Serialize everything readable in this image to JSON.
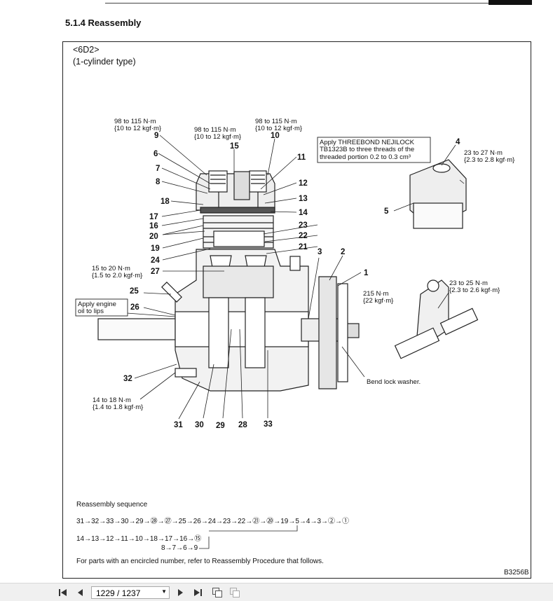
{
  "section_title": "5.1.4 Reassembly",
  "model": "<6D2>",
  "cylinder_type": "(1-cylinder type)",
  "torque": {
    "t9": [
      "98 to 115 N·m",
      "{10 to 12 kgf·m}"
    ],
    "t15": [
      "98 to 115 N·m",
      "{10 to 12 kgf·m}"
    ],
    "t10": [
      "98 to 115 N·m",
      "{10 to 12 kgf·m}"
    ],
    "t4": [
      "23 to 27 N·m",
      "{2.3 to 2.8 kgf·m}"
    ],
    "t27": [
      "15 to 20 N·m",
      "{1.5 to 2.0 kgf·m}"
    ],
    "t1": [
      "215 N·m",
      "{22 kgf·m}"
    ],
    "t_rod": [
      "23 to 25 N·m",
      "{2.3 to 2.6 kgf·m}"
    ],
    "t31": [
      "14 to 18 N·m",
      "{1.4 to 1.8 kgf·m}"
    ]
  },
  "notes": {
    "threebond": [
      "Apply THREEBOND NEJILOCK",
      "TB1323B to three threads of the",
      "threaded portion 0.2 to 0.3 cm³"
    ],
    "engine_oil": [
      "Apply engine",
      "oil to lips"
    ],
    "bend_lock": "Bend lock washer."
  },
  "part_numbers": [
    "1",
    "2",
    "3",
    "4",
    "5",
    "6",
    "7",
    "8",
    "9",
    "10",
    "11",
    "12",
    "13",
    "14",
    "15",
    "16",
    "17",
    "18",
    "19",
    "20",
    "21",
    "22",
    "23",
    "24",
    "25",
    "26",
    "27",
    "28",
    "29",
    "30",
    "31",
    "32",
    "33"
  ],
  "sequence": {
    "title": "Reassembly sequence",
    "line1": "31→32→33→30→29→㉘→㉗→25→26→24→23→22→㉑→⑳→19→5→4→3→②→①",
    "line2": "14→13→12→11→10→18→17→16→⑮",
    "line3": "8→7→6→9",
    "note": "For parts with an encircled number, refer to Reassembly Procedure that follows."
  },
  "figure_code": "B3256B",
  "toolbar": {
    "page_value": "1229 / 1237"
  }
}
